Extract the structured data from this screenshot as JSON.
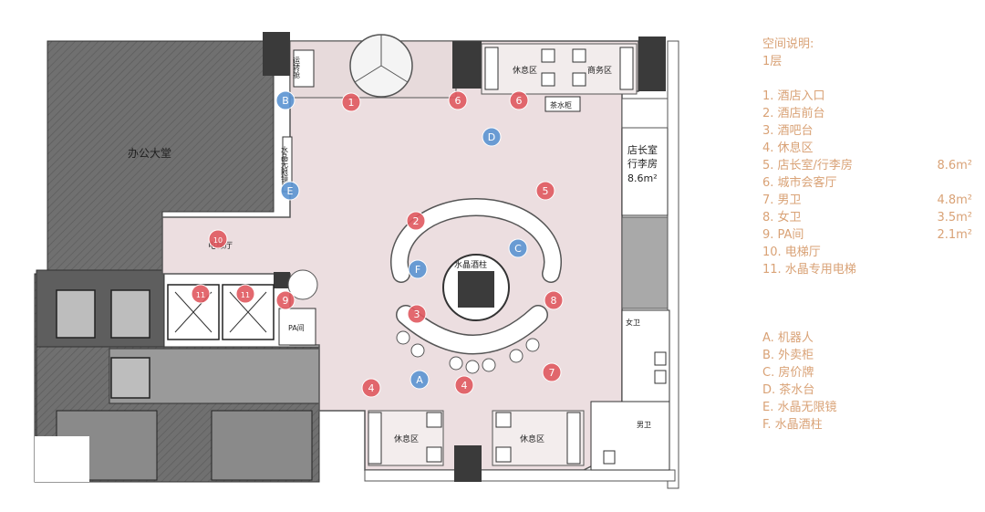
{
  "colors": {
    "marker_red": "#e0595f",
    "marker_blue": "#5b93d2",
    "legend_text": "#d9a276",
    "floor": "#ecdee0",
    "office_hatch": "#6b6b6b"
  },
  "plan": {
    "office_lobby_label": "办公大堂",
    "crystal_mirror_label": "水晶无限镜",
    "delivery_label": "运转舱",
    "lounge_top_label": "休息区",
    "business_label": "商务区",
    "tea_label": "茶水柜",
    "manager_label_1": "店长室",
    "manager_label_2": "行李房",
    "manager_area": "8.6m²",
    "elevator_hall_label": "电梯厅",
    "crystal_pillar_label": "水晶酒柱",
    "pa_label": "PA间",
    "womens_label": "女卫",
    "mens_label": "男卫",
    "lounge_left_label": "休息区",
    "lounge_right_label": "休息区",
    "markers_numbered": [
      "1",
      "2",
      "3",
      "4",
      "4",
      "5",
      "6",
      "6",
      "7",
      "8",
      "9",
      "10",
      "11",
      "11"
    ],
    "markers_lettered": [
      "A",
      "B",
      "C",
      "D",
      "E",
      "F"
    ]
  },
  "legend": {
    "title": "空间说明:",
    "floor": "1层",
    "items": [
      {
        "label": "1. 酒店入口",
        "area": ""
      },
      {
        "label": "2. 酒店前台",
        "area": ""
      },
      {
        "label": "3. 酒吧台",
        "area": ""
      },
      {
        "label": "4. 休息区",
        "area": ""
      },
      {
        "label": "5. 店长室/行李房",
        "area": "8.6m²"
      },
      {
        "label": "6. 城市会客厅",
        "area": ""
      },
      {
        "label": "7. 男卫",
        "area": "4.8m²"
      },
      {
        "label": "8. 女卫",
        "area": "3.5m²"
      },
      {
        "label": "9. PA间",
        "area": "2.1m²"
      },
      {
        "label": "10. 电梯厅",
        "area": ""
      },
      {
        "label": "11. 水晶专用电梯",
        "area": ""
      }
    ],
    "lettered": [
      "A. 机器人",
      "B. 外卖柜",
      "C. 房价牌",
      "D. 茶水台",
      "E. 水晶无限镜",
      "F. 水晶酒柱"
    ]
  }
}
